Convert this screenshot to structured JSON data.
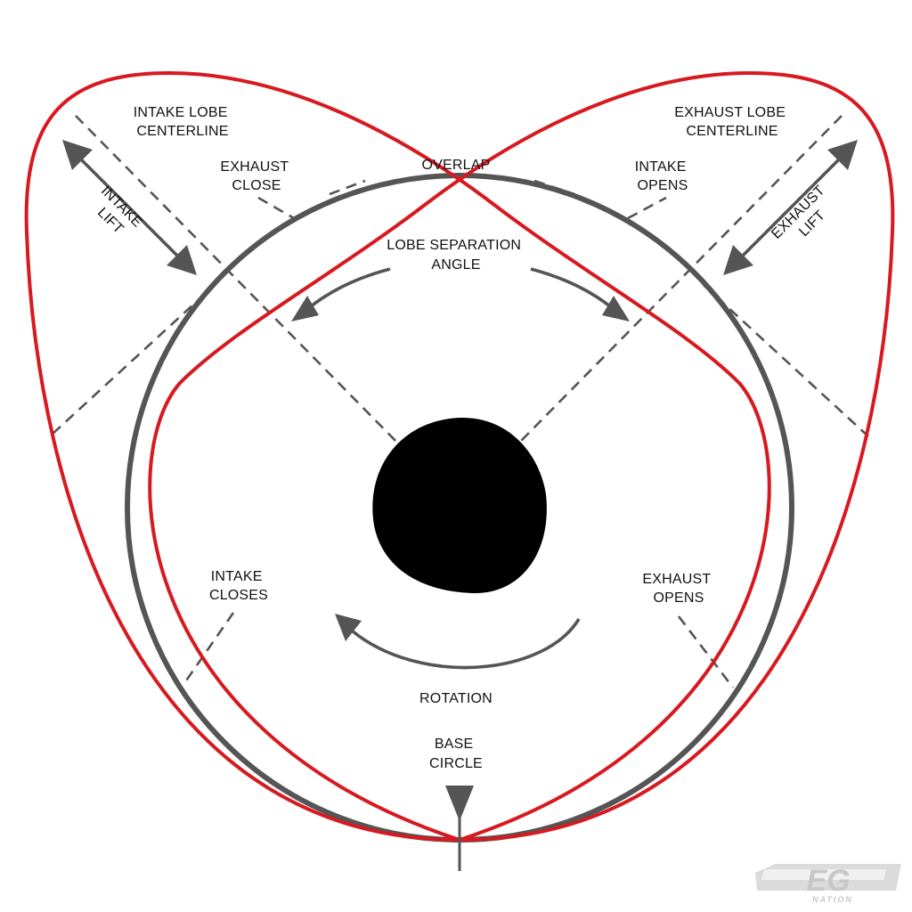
{
  "labels": {
    "intake_lobe_centerline": [
      "INTAKE LOBE",
      "CENTERLINE"
    ],
    "exhaust_lobe_centerline": [
      "EXHAUST LOBE",
      "CENTERLINE"
    ],
    "exhaust_close": [
      "EXHAUST",
      "CLOSE"
    ],
    "overlap": "OVERLAP",
    "intake_opens": [
      "INTAKE",
      "OPENS"
    ],
    "intake_lift": [
      "INTAKE",
      "LIFT"
    ],
    "exhaust_lift": [
      "EXHAUST",
      "LIFT"
    ],
    "lobe_separation_angle": [
      "LOBE SEPARATION",
      "ANGLE"
    ],
    "intake_closes": [
      "INTAKE",
      "CLOSES"
    ],
    "exhaust_opens": [
      "EXHAUST",
      "OPENS"
    ],
    "rotation": "ROTATION",
    "base_circle": [
      "BASE",
      "CIRCLE"
    ]
  },
  "logo": {
    "text": "EG",
    "subtext": "NATION"
  },
  "colors": {
    "lobe_outline": "#d71920",
    "base_circle": "#555555",
    "hub": "#000000",
    "dash": "#555555",
    "text": "#111111"
  }
}
